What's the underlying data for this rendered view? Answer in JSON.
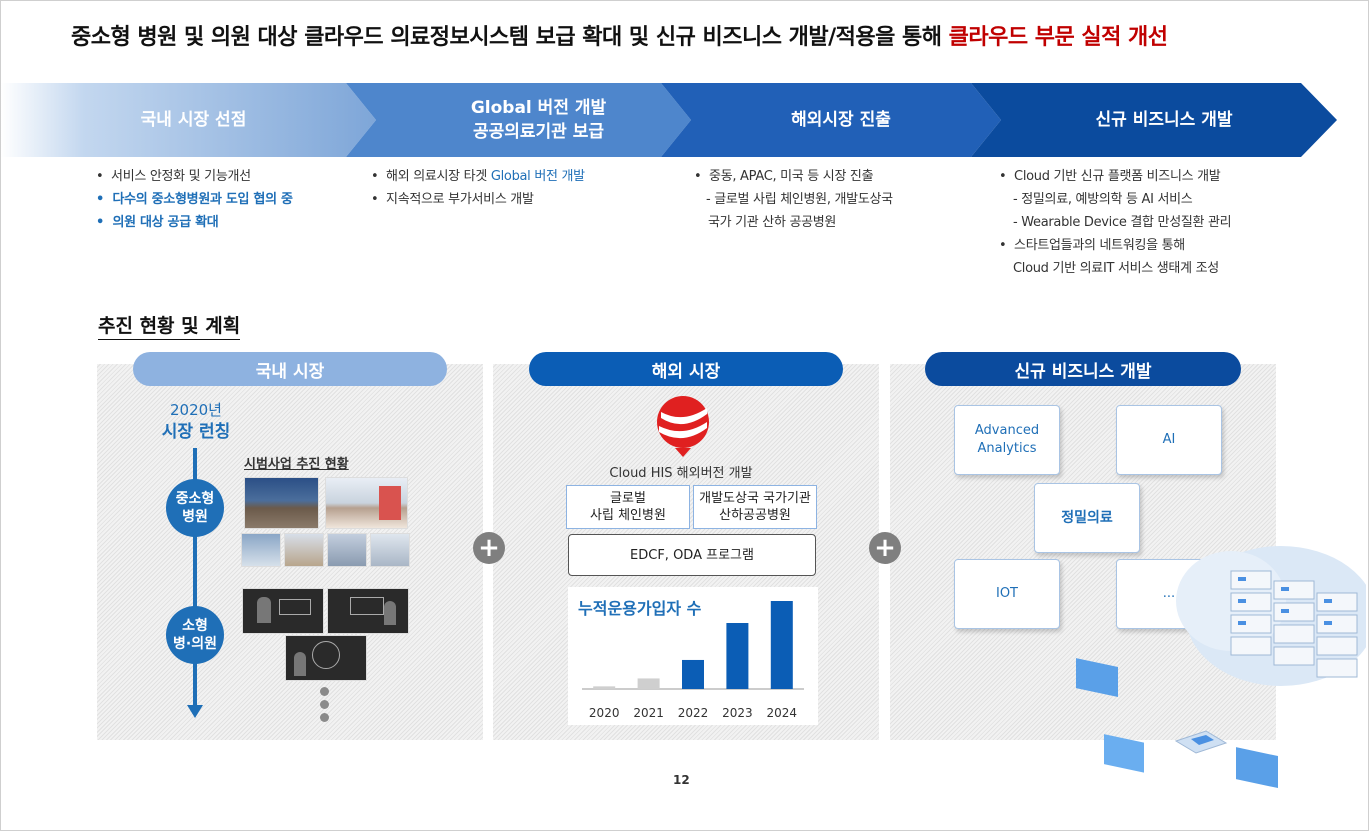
{
  "headline": {
    "main": "중소형 병원 및 의원 대상 클라우드 의료정보시스템 보급 확대 및 신규 비즈니스 개발/적용을 통해 ",
    "highlight": "클라우드 부문 실적 개선"
  },
  "stages": [
    {
      "label": "국내 시장 선점"
    },
    {
      "label_line1": "Global 버전 개발",
      "label_line2": "공공의료기관 보급"
    },
    {
      "label": "해외시장 진출"
    },
    {
      "label": "신규 비즈니스 개발"
    }
  ],
  "stage_bullets": {
    "domestic": [
      "서비스 안정화 및 기능개선",
      "다수의 중소형병원과 도입 협의 중",
      "의원 대상 공급 확대"
    ],
    "global": {
      "b1_prefix": "해외 의료시장 타겟 ",
      "b1_highlight": "Global 버전 개발",
      "b2": "지속적으로 부가서비스 개발"
    },
    "overseas": [
      "중동, APAC, 미국 등 시장 진출",
      "- 글로벌 사립 체인병원, 개발도상국",
      "국가 기관 산하 공공병원"
    ],
    "newbiz": [
      "Cloud 기반 신규 플랫폼 비즈니스 개발",
      "- 정밀의료, 예방의학 등 AI 서비스",
      "- Wearable Device 결합 만성질환 관리",
      "스타트업들과의 네트워킹을 통해",
      "Cloud 기반 의료IT 서비스 생태계 조성"
    ]
  },
  "section_title": "추진 현황 및 계획",
  "panels": {
    "domestic": {
      "title": "국내 시장",
      "year": "2020년",
      "launch": "시장 런칭",
      "stage1_line1": "중소형",
      "stage1_line2": "병원",
      "stage2_line1": "소형",
      "stage2_line2": "병·의원",
      "pilot_label": "시범사업 추진 현황"
    },
    "overseas": {
      "title": "해외 시장",
      "dev_label": "Cloud HIS 해외버전 개발",
      "box1_line1": "글로벌",
      "box1_line2": "사립 체인병원",
      "box2_line1": "개발도상국 국가기관",
      "box2_line2": "산하공공병원",
      "program": "EDCF, ODA 프로그램"
    },
    "newbiz": {
      "title": "신규 비즈니스 개발",
      "items": {
        "a_line1": "Advanced",
        "a_line2": "Analytics",
        "ai": "AI",
        "center": "정밀의료",
        "iot": "IOT",
        "more": "..."
      }
    }
  },
  "chart_data": {
    "type": "bar",
    "title": "누적운용가입자 수",
    "categories": [
      "2020",
      "2021",
      "2022",
      "2023",
      "2024"
    ],
    "values": [
      3,
      12,
      33,
      75,
      100
    ],
    "colors": [
      "#cfcfcf",
      "#cfcfcf",
      "#0b5db5",
      "#0b5db5",
      "#0b5db5"
    ],
    "ylim": [
      0,
      100
    ],
    "xlabel": "",
    "ylabel": ""
  },
  "page_number": "12",
  "colors": {
    "accent_red": "#c00000",
    "primary_blue": "#1f6fb7",
    "navy": "#0b4b9e",
    "light_blue": "#8db3e2"
  }
}
